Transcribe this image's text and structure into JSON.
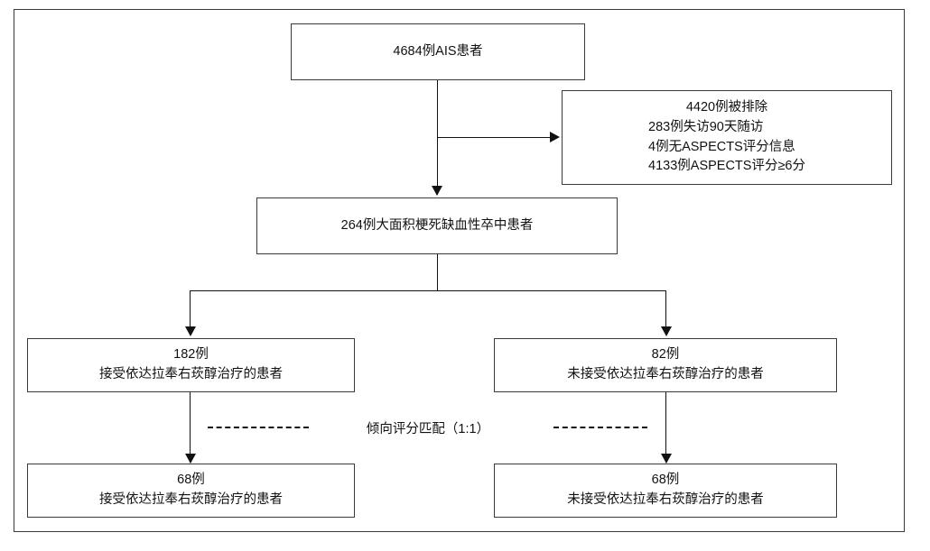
{
  "figure": {
    "type": "patient-selection-flowchart",
    "language": "zh-CN"
  },
  "nodes": {
    "cohort_total": {
      "lines": [
        "4684例AIS患者"
      ]
    },
    "excluded": {
      "heading": "4420例被排除",
      "lines": [
        "283例失访90天随访",
        "4例无ASPECTS评分信息",
        "4133例ASPECTS评分≥6分"
      ]
    },
    "eligible": {
      "lines": [
        "264例大面积梗死缺血性卒中患者"
      ]
    },
    "treated_pre": {
      "lines": [
        "182例",
        "接受依达拉奉右莰醇治疗的患者"
      ]
    },
    "untreated_pre": {
      "lines": [
        "82例",
        "未接受依达拉奉右莰醇治疗的患者"
      ]
    },
    "treated_post": {
      "lines": [
        "68例",
        "接受依达拉奉右莰醇治疗的患者"
      ]
    },
    "untreated_post": {
      "lines": [
        "68例",
        "未接受依达拉奉右莰醇治疗的患者"
      ]
    }
  },
  "annotations": {
    "matching_label": "倾向评分匹配（1:1）"
  },
  "colors": {
    "stroke": "#3a3a3a",
    "connector": "#111111",
    "text": "#111111",
    "background": "#ffffff"
  }
}
